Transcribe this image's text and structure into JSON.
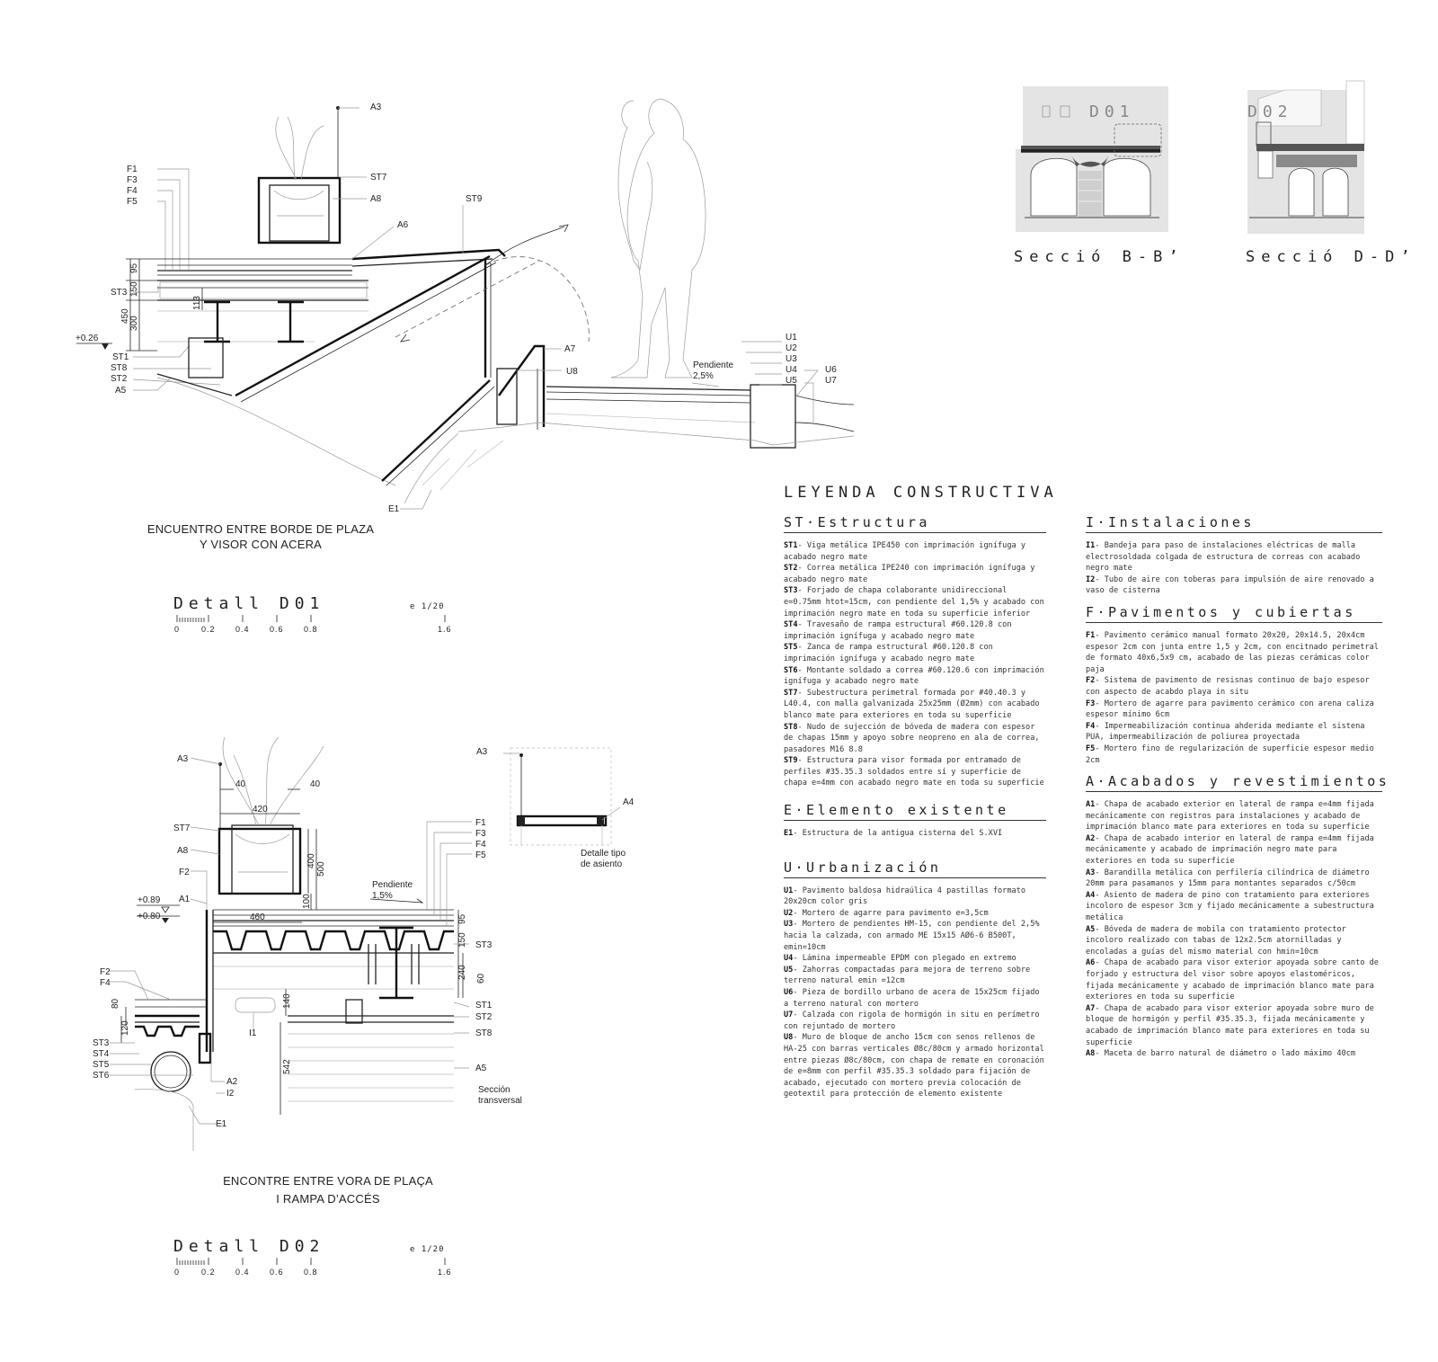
{
  "detail_d01": {
    "title": "Detall D01",
    "caption_line1": "ENCUENTRO ENTRE BORDE DE PLAZA",
    "caption_line2": "Y VISOR CON ACERA",
    "scale": "e 1/20",
    "scale_ticks": [
      "0",
      "0.2",
      "0.4",
      "0.6",
      "0.8",
      "1.6"
    ],
    "level": "+0.26",
    "slope_label": "Pendiente",
    "slope_value": "2,5%",
    "dims": [
      "95",
      "150",
      "450",
      "300",
      "113"
    ],
    "labels_left": [
      "F1",
      "F3",
      "F4",
      "F5",
      "ST3",
      "ST1",
      "ST8",
      "ST2",
      "A5"
    ],
    "labels_top": [
      "A3",
      "ST7",
      "A8",
      "A6",
      "ST9"
    ],
    "labels_mid": [
      "A7",
      "U8",
      "E1"
    ],
    "labels_right": [
      "U1",
      "U2",
      "U3",
      "U4",
      "U5",
      "U6",
      "U7"
    ]
  },
  "detail_d02": {
    "title": "Detall D02",
    "caption_line1": "ENCONTRE ENTRE VORA DE PLAÇA",
    "caption_line2": "I RAMPA D’ACCÉS",
    "scale": "e 1/20",
    "scale_ticks": [
      "0",
      "0.2",
      "0.4",
      "0.6",
      "0.8",
      "1.6"
    ],
    "level_1": "+0.89",
    "level_2": "+0.80",
    "slope_label": "Pendiente",
    "slope_value": "1,5%",
    "dims": [
      "40",
      "40",
      "420",
      "400",
      "500",
      "100",
      "460",
      "95",
      "150",
      "240",
      "60",
      "140",
      "80",
      "120",
      "542"
    ],
    "labels_left": [
      "A3",
      "ST7",
      "A8",
      "F2",
      "A1",
      "F2",
      "F4",
      "ST3",
      "ST4",
      "ST5",
      "ST6"
    ],
    "labels_right": [
      "F1",
      "F3",
      "F4",
      "F5",
      "ST3",
      "ST1",
      "ST2",
      "ST8",
      "A5"
    ],
    "labels_misc": [
      "I1",
      "A2",
      "I2",
      "E1"
    ],
    "seat_labels": [
      "A3",
      "A4"
    ],
    "seat_caption_1": "Detalle tipo",
    "seat_caption_2": "de asiento",
    "transversal_1": "Sección",
    "transversal_2": "transversal"
  },
  "sections": {
    "bb_title": "Secció B-B’",
    "bb_tag": "D01",
    "dd_title": "Secció D-D’",
    "dd_tag": "D02"
  },
  "legend": {
    "title": "LEYENDA CONSTRUCTIVA",
    "st_heading": "ST·Estructura",
    "st_items": [
      {
        "code": "ST1",
        "text": "- Viga metálica IPE450 con imprimación ignífuga y acabado negro mate"
      },
      {
        "code": "ST2",
        "text": "- Correa metálica IPE240 con imprimación ignífuga y acabado negro mate"
      },
      {
        "code": "ST3",
        "text": "- Forjado de chapa colaborante unidireccional e=0.75mm htot=15cm, con pendiente del 1,5% y acabado con imprimación negro mate en toda su superficie inferior"
      },
      {
        "code": "ST4",
        "text": "- Travesaño de rampa estructural #60.120.8 con imprimación ignífuga y acabado negro mate"
      },
      {
        "code": "ST5",
        "text": "- Zanca de rampa estructural #60.120.8 con imprimación ignífuga y acabado negro mate"
      },
      {
        "code": "ST6",
        "text": "- Montante soldado a correa #60.120.6 con imprimación ignífuga y acabado negro mate"
      },
      {
        "code": "ST7",
        "text": "- Subestructura perimetral formada por #40.40.3 y L40.4, con malla galvanizada 25x25mm (Ø2mm) con acabado blanco mate para exteriores en toda su superficie"
      },
      {
        "code": "ST8",
        "text": "- Nudo de sujección de bóveda de madera con espesor de chapas 15mm y apoyo sobre neopreno en ala de correa, pasadores M16 8.8"
      },
      {
        "code": "ST9",
        "text": "- Estructura para visor formada por entramado de perfiles #35.35.3 soldados entre sí y superficie de chapa e=4mm con acabado negro mate en toda su superficie"
      }
    ],
    "e_heading": "E·Elemento existente",
    "e_items": [
      {
        "code": "E1",
        "text": "- Estructura de la antigua cisterna del S.XVI"
      }
    ],
    "u_heading": "U·Urbanización",
    "u_items": [
      {
        "code": "U1",
        "text": "- Pavimento baldosa hidraúlica 4 pastillas formato 20x20cm color gris"
      },
      {
        "code": "U2",
        "text": "- Mortero de agarre para pavimento e=3,5cm"
      },
      {
        "code": "U3",
        "text": "- Mortero de pendientes HM-15, con pendiente del 2,5% hacia la calzada, con armado ME 15x15 AØ6-6 B500T, emin=10cm"
      },
      {
        "code": "U4",
        "text": "- Lámina impermeable EPDM con plegado en extremo"
      },
      {
        "code": "U5",
        "text": "- Zahorras compactadas para mejora de terreno sobre terreno natural emin =12cm"
      },
      {
        "code": "U6",
        "text": "- Pieza de bordillo urbano de acera de 15x25cm fijado a terreno natural con mortero"
      },
      {
        "code": "U7",
        "text": "- Calzada con rigola de hormigón in situ en perímetro con rejuntado de mortero"
      },
      {
        "code": "U8",
        "text": "- Muro de bloque de ancho 15cm con senos rellenos de HA-25 con barras verticales Ø8c/80cm  y armado horizontal entre piezas Ø8c/80cm, con chapa de remate en coronación de e=8mm con perfil #35.35.3 soldado  para fijación de acabado, ejecutado con mortero previa colocación de geotextil para protección de elemento existente"
      }
    ],
    "i_heading": "I·Instalaciones",
    "i_items": [
      {
        "code": "I1",
        "text": "- Bandeja para paso de instalaciones eléctricas de malla electrosoldada colgada de estructura de correas con acabado negro mate"
      },
      {
        "code": "I2",
        "text": "- Tubo de aire con toberas para impulsión de aire renovado a vaso de cisterna"
      }
    ],
    "f_heading": "F·Pavimentos y cubiertas",
    "f_items": [
      {
        "code": "F1",
        "text": "- Pavimento cerámico manual formato 20x20, 20x14.5, 20x4cm espesor 2cm con junta entre 1,5 y 2cm, con encitnado perimetral de formato 40x6,5x9 cm, acabado de las piezas cerámicas color paja"
      },
      {
        "code": "F2",
        "text": "- Sistema de pavimento de resisnas continuo de bajo espesor con aspecto de acabdo playa in situ"
      },
      {
        "code": "F3",
        "text": "- Mortero de agarre para pavimento cerámico con arena caliza espesor mínimo 6cm"
      },
      {
        "code": "F4",
        "text": "- Impermeabilización continua ahderida mediante el sistena PUA, impermeabilización de poliurea proyectada"
      },
      {
        "code": "F5",
        "text": "- Mortero fino de regularización de superficie espesor medio 2cm"
      }
    ],
    "a_heading": "A·Acabados y revestimientos",
    "a_items": [
      {
        "code": "A1",
        "text": "- Chapa de acabado exterior en lateral de rampa e=4mm fijada mecánicamente con registros para instalaciones y acabado de imprimación blanco mate para exteriores en toda su superficie"
      },
      {
        "code": "A2",
        "text": "- Chapa de acabado interior en lateral de rampa e=4mm fijada mecánicamente y acabado de imprimación negro mate para exteriores en toda su superficie"
      },
      {
        "code": "A3",
        "text": "- Barandilla metálica con perfilería cilíndrica de diámetro 20mm para pasamanos y 15mm para montantes separados c/50cm"
      },
      {
        "code": "A4",
        "text": "- Asiento de madera de pino con tratamiento para exteriores incoloro de espesor 3cm y fijado mecánicamente a subestructura metálica"
      },
      {
        "code": "A5",
        "text": "- Bóveda de madera de mobila con tratamiento protector incoloro realizado con tabas de 12x2.5cm atornilladas y encoladas a guías del mismo material con hmin=10cm"
      },
      {
        "code": "A6",
        "text": "- Chapa de acabado para visor exterior apoyada sobre canto de forjado y estructura del visor sobre apoyos elastoméricos, fijada mecánicamente y acabado de imprimación blanco mate para exteriores en toda su superficie"
      },
      {
        "code": "A7",
        "text": "- Chapa de acabado para visor exterior apoyada sobre muro de bloque de hormigón y perfil #35.35.3, fijada mecánicamente y acabado de imprimación blanco mate para exteriores en toda su superficie"
      },
      {
        "code": "A8",
        "text": "- Maceta de barro natural de diámetro o lado máximo 40cm"
      }
    ]
  }
}
